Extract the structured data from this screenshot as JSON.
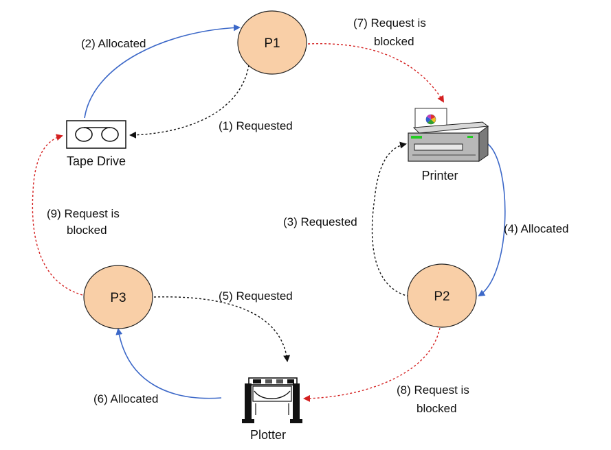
{
  "colors": {
    "process_fill": "#f9cfa7",
    "process_stroke": "#222222",
    "allocated": "#3c68c8",
    "requested": "#111111",
    "blocked": "#d42020"
  },
  "processes": {
    "p1": "P1",
    "p2": "P2",
    "p3": "P3"
  },
  "devices": {
    "tape_drive": "Tape Drive",
    "printer": "Printer",
    "plotter": "Plotter"
  },
  "edges": {
    "e1": {
      "line1": "(1)  Requested",
      "kind": "requested"
    },
    "e2": {
      "line1": "(2)  Allocated",
      "kind": "allocated"
    },
    "e3": {
      "line1": "(3)   Requested",
      "kind": "requested"
    },
    "e4": {
      "line1": "(4)   Allocated",
      "kind": "allocated"
    },
    "e5": {
      "line1": "(5)   Requested",
      "kind": "requested"
    },
    "e6": {
      "line1": "(6)   Allocated",
      "kind": "allocated"
    },
    "e7": {
      "line1": "(7)   Request is",
      "line2": "blocked",
      "kind": "blocked"
    },
    "e8": {
      "line1": "(8)   Request is",
      "line2": "blocked",
      "kind": "blocked"
    },
    "e9": {
      "line1": "(9)   Request is",
      "line2": "blocked",
      "kind": "blocked"
    }
  }
}
